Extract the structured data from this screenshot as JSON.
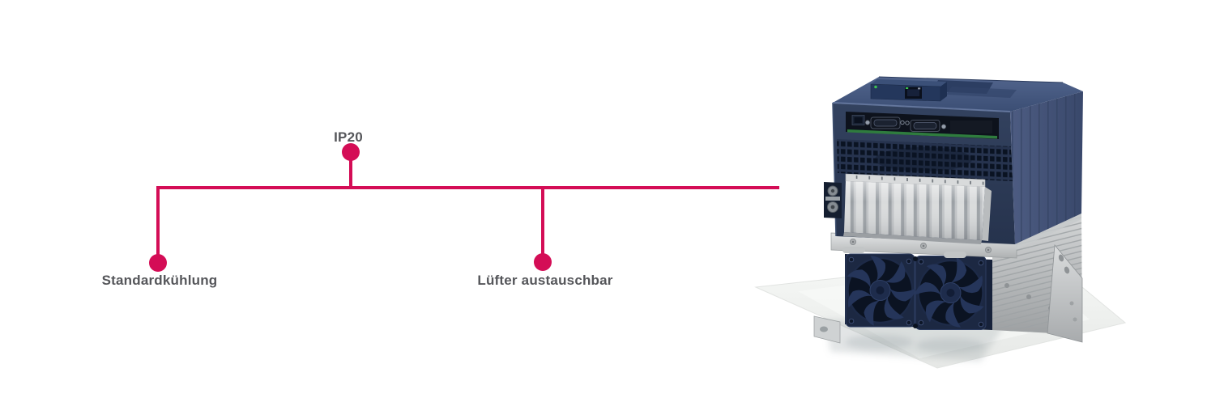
{
  "callout_diagram": {
    "accent_color": "#D40D56",
    "text_color": "#55565A",
    "callouts": [
      {
        "id": "ip20",
        "label": "IP20"
      },
      {
        "id": "standard-cooling",
        "label": "Standardkühlung"
      },
      {
        "id": "fan-replaceable",
        "label": "Lüfter austauschbar"
      }
    ]
  },
  "product_image": {
    "type": "frequency-inverter-3d-render",
    "body_color": "#34466B",
    "heatsink_color": "#C6C9CA",
    "fan_color": "#16213B",
    "floor_color": "#F2F4F2"
  }
}
